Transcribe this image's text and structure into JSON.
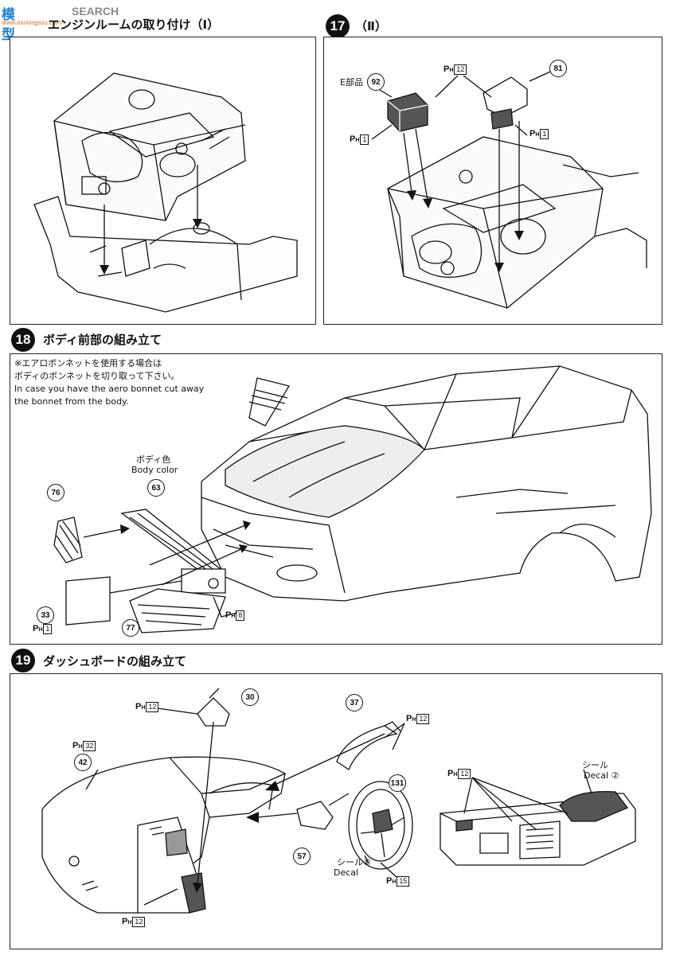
{
  "watermark": {
    "logo": "模型",
    "search": "SEARCH",
    "url": "www.moxingsou.com"
  },
  "step16": {
    "title": "エンジンルームの取り付け（Ⅰ）"
  },
  "step17": {
    "number": "17",
    "title": "（Ⅱ）",
    "part_prefix": "E部品",
    "part_92": "92",
    "part_81": "81",
    "ph_12": "12",
    "ph_1a": "1",
    "ph_1b": "1"
  },
  "step18": {
    "number": "18",
    "title": "ボディ前部の組み立て",
    "note_jp_1": "※エアロボンネットを使用する場合は",
    "note_jp_2": "ボディのボンネットを切り取って下さい。",
    "note_en_1": "In case you have the aero bonnet cut away",
    "note_en_2": "the bonnet from the body.",
    "body_color_jp": "ボディ色",
    "body_color_en": "Body color",
    "part_76": "76",
    "part_63": "63",
    "part_33": "33",
    "part_77": "77",
    "ph_1": "1",
    "ph_8": "8"
  },
  "step19": {
    "number": "19",
    "title": "ダッシュボードの組み立て",
    "part_30": "30",
    "part_37": "37",
    "part_42": "42",
    "part_131": "131",
    "part_57": "57",
    "ph_12a": "12",
    "ph_12b": "12",
    "ph_32": "32",
    "ph_12c": "12",
    "ph_15": "15",
    "ph_12d": "12",
    "seal_jp": "シール",
    "decal_en": "Decal",
    "decal_num_8": "⑧",
    "seal_jp_2": "シール",
    "decal_en_2": "Decal",
    "decal_num_2": "②"
  },
  "ph_letter": "P",
  "ph_sub": "H"
}
